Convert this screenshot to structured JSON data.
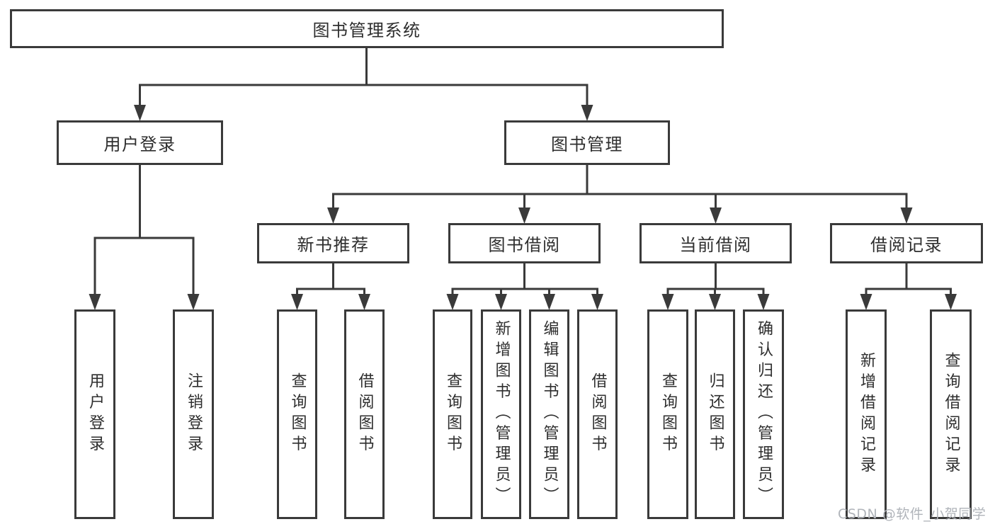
{
  "diagram": {
    "root": {
      "label": "图书管理系统"
    },
    "branches": [
      {
        "label": "用户登录",
        "children": [
          {
            "label": "用户登录"
          },
          {
            "label": "注销登录"
          }
        ]
      },
      {
        "label": "图书管理",
        "sections": [
          {
            "label": "新书推荐",
            "children": [
              {
                "label": "查询图书"
              },
              {
                "label": "借阅图书"
              }
            ]
          },
          {
            "label": "图书借阅",
            "children": [
              {
                "label": "查询图书"
              },
              {
                "label": "新增图书（管理员）"
              },
              {
                "label": "编辑图书（管理员）"
              },
              {
                "label": "借阅图书"
              }
            ]
          },
          {
            "label": "当前借阅",
            "children": [
              {
                "label": "查询图书"
              },
              {
                "label": "归还图书"
              },
              {
                "label": "确认归还（管理员）"
              }
            ]
          },
          {
            "label": "借阅记录",
            "children": [
              {
                "label": "新增借阅记录"
              },
              {
                "label": "查询借阅记录"
              }
            ]
          }
        ]
      }
    ]
  },
  "watermark": {
    "text": "CSDN @软件_小贺同学"
  },
  "colors": {
    "line": "#3a3a3a",
    "text": "#2e2e2e",
    "box_background": "#ffffff",
    "page_background": "#ffffff",
    "watermark": "#b0b4ba"
  }
}
